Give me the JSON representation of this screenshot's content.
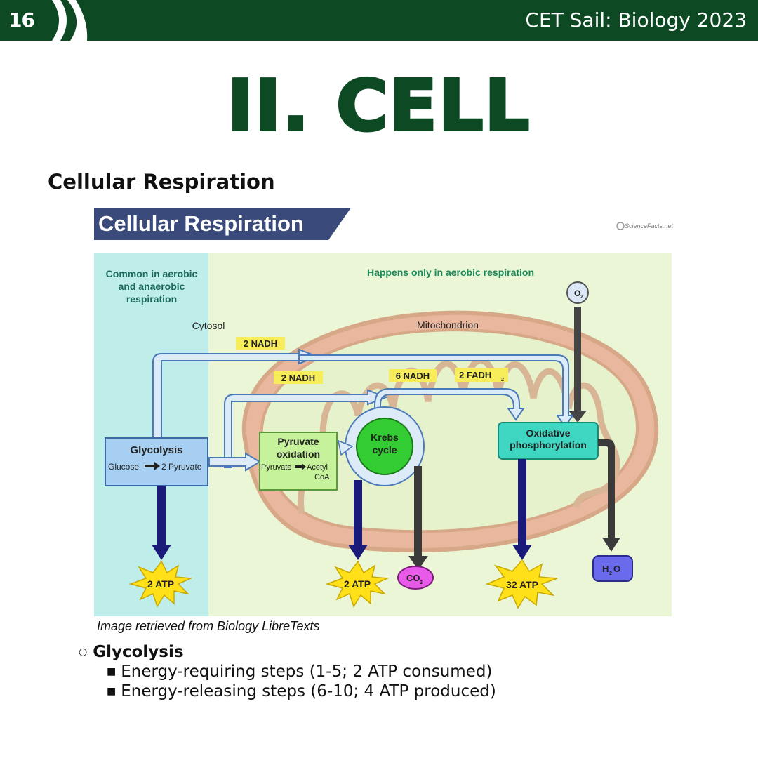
{
  "header": {
    "page_number": "16",
    "title": "CET Sail: Biology 2023"
  },
  "chapter_title": "II. CELL",
  "section_title": "Cellular Respiration",
  "figure": {
    "banner": "Cellular Respiration",
    "logo_text": "ScienceFacts.net",
    "left_zone": [
      "Common in aerobic",
      "and anaerobic",
      "respiration"
    ],
    "right_zone": "Happens only in aerobic respiration",
    "cytosol": "Cytosol",
    "mitochondrion": "Mitochondrion",
    "o2": "O",
    "o2_sub": "2",
    "nadh_top": "2 NADH",
    "nadh_mid": "2 NADH",
    "nadh_krebs": "6 NADH",
    "fadh": "2 FADH",
    "fadh_sub": "2",
    "glycolysis": "Glycolysis",
    "glycolysis_eq_left": "Glucose",
    "glycolysis_eq_right": "2 Pyruvate",
    "pyruvate_1": "Pyruvate",
    "pyruvate_2": "oxidation",
    "pyruvate_eq_left": "Pyruvate",
    "pyruvate_eq_right": "Acetyl",
    "pyruvate_eq_right2": "CoA",
    "krebs_1": "Krebs",
    "krebs_2": "cycle",
    "oxphos_1": "Oxidative",
    "oxphos_2": "phosphorylation",
    "atp_1": "2 ATP",
    "atp_2": "2 ATP",
    "atp_3": "32 ATP",
    "co2": "CO",
    "co2_sub": "2",
    "h2o_h": "H",
    "h2o_sub": "2",
    "h2o_o": "O"
  },
  "caption": "Image retrieved from Biology LibreTexts",
  "bullets": {
    "level1": "Glycolysis",
    "level2": [
      "Energy-requiring steps (1-5; 2 ATP consumed)",
      "Energy-releasing steps (6-10; 4 ATP produced)"
    ]
  }
}
